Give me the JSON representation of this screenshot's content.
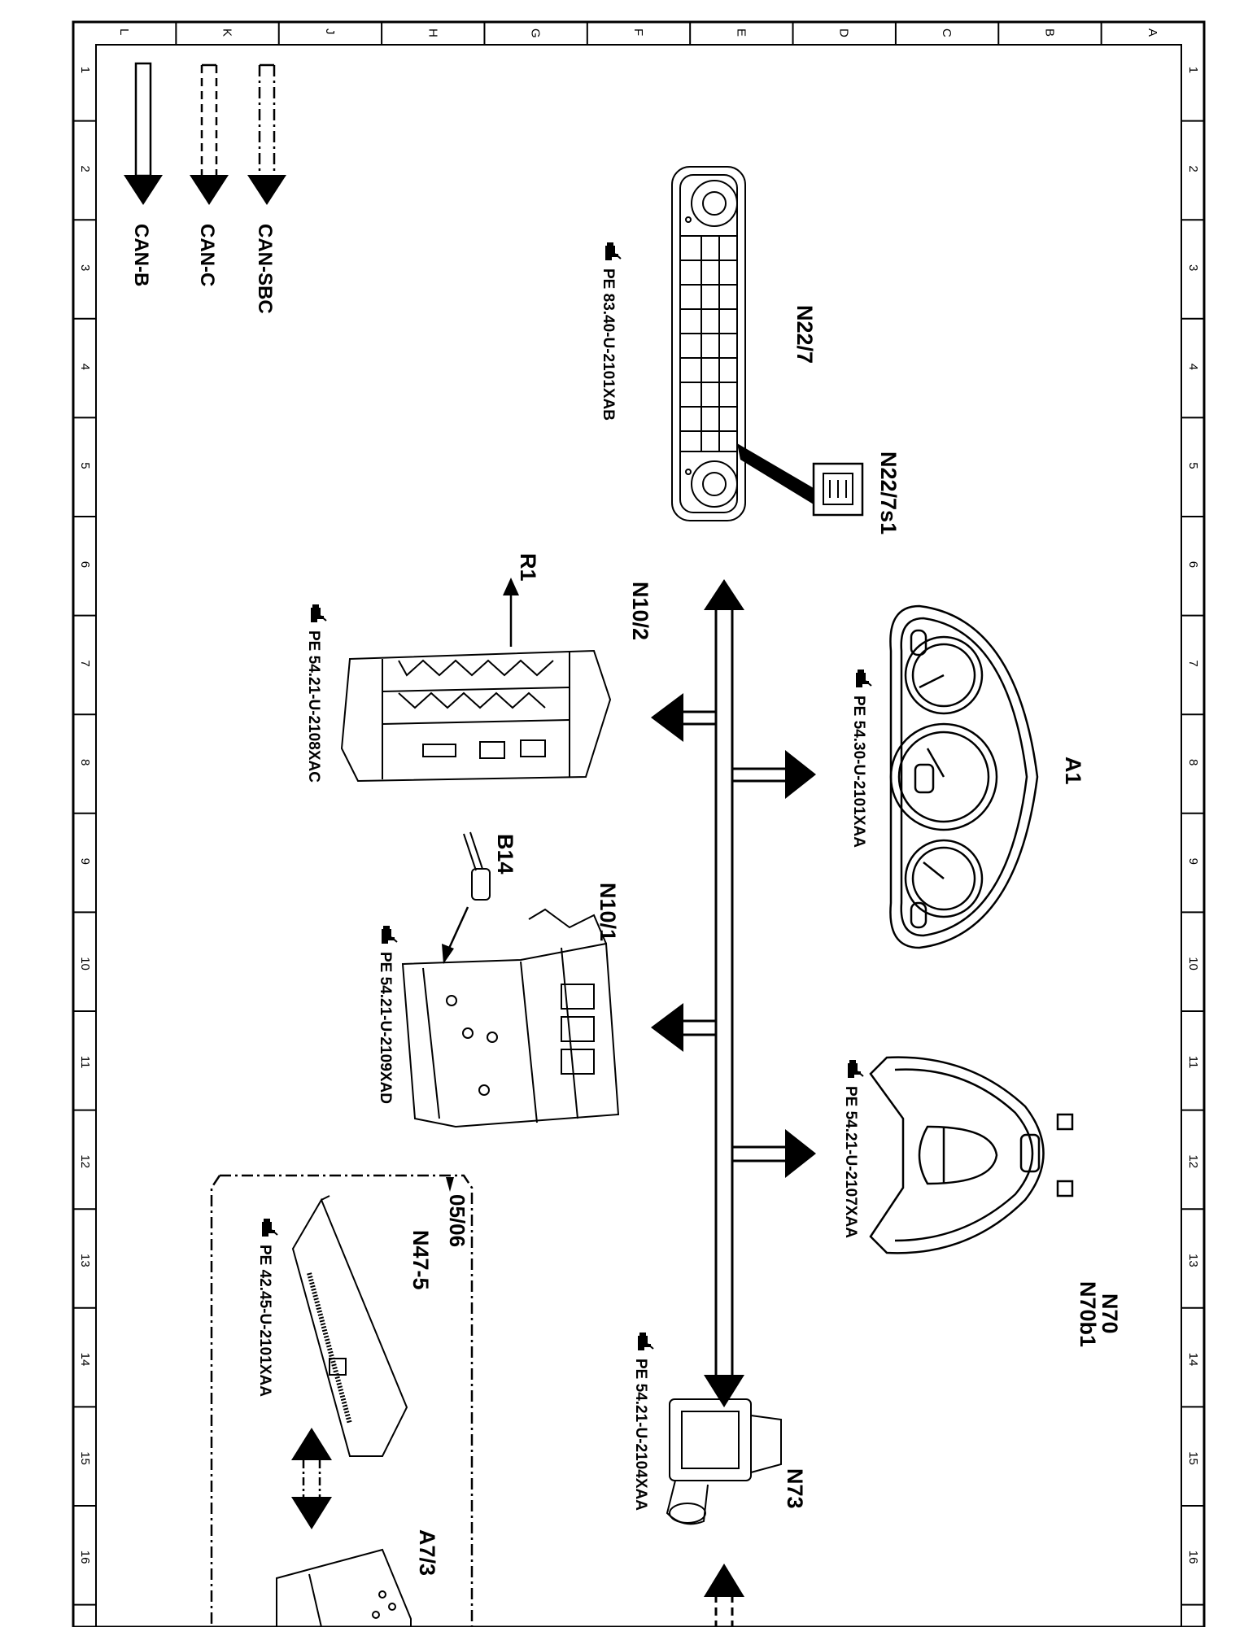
{
  "grid": {
    "columns": [
      "L",
      "K",
      "J",
      "H",
      "G",
      "F",
      "E",
      "D",
      "C",
      "B",
      "A"
    ],
    "rows": [
      "1",
      "2",
      "3",
      "4",
      "5",
      "6",
      "7",
      "8",
      "9",
      "10",
      "11",
      "12",
      "13",
      "14",
      "15",
      "16"
    ]
  },
  "legend": [
    {
      "label": "CAN-SBC",
      "line_style": "dash-dot"
    },
    {
      "label": "CAN-C",
      "line_style": "dashed"
    },
    {
      "label": "CAN-B",
      "line_style": "solid"
    }
  ],
  "components": {
    "n22_7": {
      "name": "N22/7",
      "ref": "PE 83.40-U-2101XAB"
    },
    "n22_7s1": {
      "name": "N22/7s1"
    },
    "a1": {
      "name": "A1",
      "ref": "PE 54.30-U-2101XAA"
    },
    "n10_2": {
      "name": "N10/2",
      "ref": "PE 54.21-U-2108XAC"
    },
    "r1": {
      "name": "R1"
    },
    "b14": {
      "name": "B14"
    },
    "n10_1": {
      "name": "N10/1",
      "ref": "PE 54.21-U-2109XAD"
    },
    "n70": {
      "name": "N70",
      "name2": "N70b1",
      "ref": "PE 54.21-U-2107XAA"
    },
    "n73": {
      "name": "N73",
      "ref": "PE 54.21-U-2104XAA"
    },
    "n47_5": {
      "name": "N47-5",
      "ref": "PE 42.45-U-2101XAA"
    },
    "a7_3": {
      "name": "A7/3"
    }
  },
  "option_box_label": "05/06",
  "ref_icon": "pointing-hand-icon",
  "colors": {
    "ink": "#000000",
    "paper": "#ffffff"
  }
}
